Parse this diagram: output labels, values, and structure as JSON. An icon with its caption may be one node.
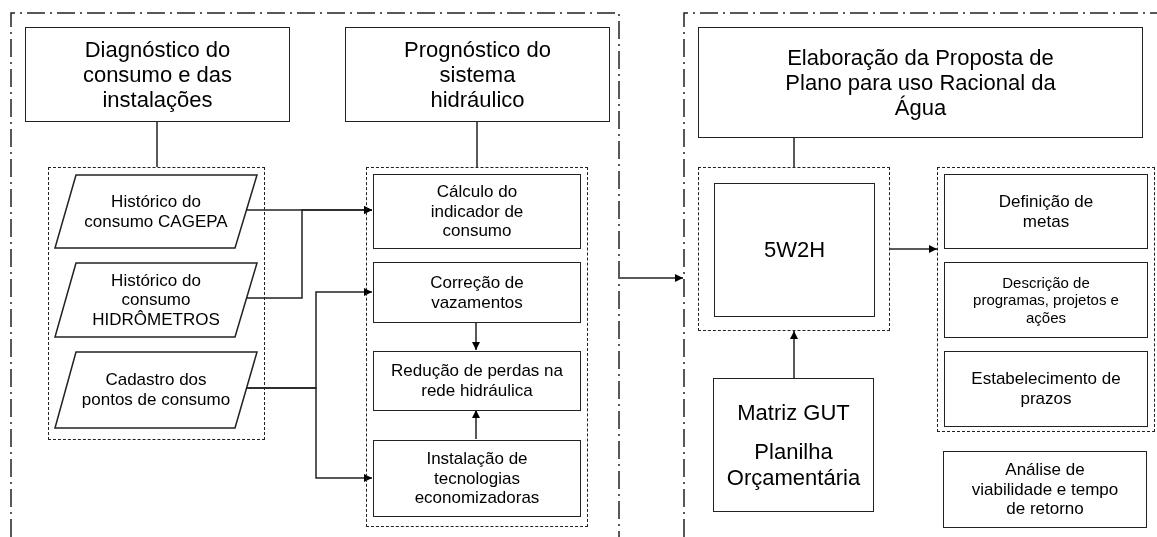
{
  "diagram": {
    "nodes": [
      {
        "text": [],
        "shape": "box"
      },
      {
        "text": [
          "Diagnóstico do consumo e das instalações"
        ],
        "in": 0
      },
      {
        "text": [
          "Prognóstico do sistema hidráulico"
        ],
        "in": 0
      },
      {
        "text": [],
        "shape": "box",
        "in": 0
      },
      {
        "text": [
          "Histórico do consumo CAGEPA"
        ],
        "in": 3
      },
      {
        "text": [
          "Histórico do consumo HIDRÔMETROS"
        ],
        "in": 3
      },
      {
        "text": [
          "Cadastro dos pontos de consumo"
        ],
        "in": 3
      },
      {
        "text": [],
        "shape": "box",
        "in": 0
      },
      {
        "text": [
          "Cálculo do indicador de consumo"
        ],
        "in": 7
      },
      {
        "text": [
          "Correção de vazamentos"
        ],
        "in": 7
      },
      {
        "text": [
          "Redução de perdas na rede hidráulica"
        ],
        "in": 7
      },
      {
        "text": [
          "Instalação de tecnologias economizadoras"
        ],
        "in": 7
      },
      {
        "text": [],
        "shape": "box"
      },
      {
        "text": [
          "Elaboração da Proposta de Plano para uso Racional da Água"
        ],
        "in": 12
      },
      {
        "text": [],
        "shape": "box",
        "in": 12
      },
      {
        "text": [
          "5W2H"
        ],
        "in": 14
      },
      {
        "text": [
          "Matriz GUT",
          "Planilha Orçamentária"
        ],
        "in": 12
      },
      {
        "text": [],
        "shape": "box",
        "in": 12
      },
      {
        "text": [
          "Definição de metas"
        ],
        "in": 17
      },
      {
        "text": [
          "Descrição de programas, projetos e ações"
        ],
        "in": 17
      },
      {
        "text": [
          "Estabelecimento de prazos"
        ],
        "in": 17
      },
      {
        "text": [
          "Análise de viabilidade e tempo de retorno"
        ],
        "in": 12
      }
    ],
    "edges": [
      {
        "from": 1,
        "to": 3,
        "arrow": "none"
      },
      {
        "from": 2,
        "to": 7,
        "arrow": "none"
      },
      {
        "from": 4,
        "to": 8,
        "arrow": "to"
      },
      {
        "from": 5,
        "to": 8,
        "arrow": "to"
      },
      {
        "from": 6,
        "to": 9,
        "arrow": "to"
      },
      {
        "from": 6,
        "to": 11,
        "arrow": "to"
      },
      {
        "from": 9,
        "to": 10,
        "arrow": "to"
      },
      {
        "from": 11,
        "to": 10,
        "arrow": "to"
      },
      {
        "from": 0,
        "to": 12,
        "arrow": "to"
      },
      {
        "from": 13,
        "to": 14,
        "arrow": "none"
      },
      {
        "from": 16,
        "to": 14,
        "arrow": "to"
      },
      {
        "from": 14,
        "to": 17,
        "arrow": "to"
      }
    ]
  }
}
